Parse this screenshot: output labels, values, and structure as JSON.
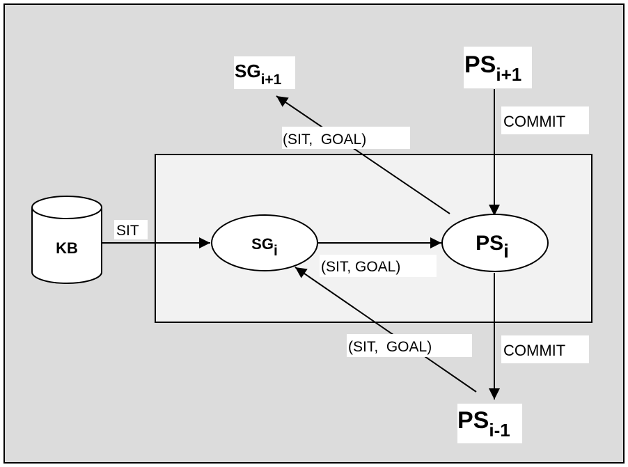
{
  "colors": {
    "outer_background": "#dcdcdc",
    "inner_box": "#f2f2f2",
    "label_background": "#ffffff",
    "stroke": "#000000"
  },
  "nodes": {
    "kb": "KB",
    "sg_i": {
      "base": "SG",
      "sub": "i"
    },
    "ps_i": {
      "base": "PS",
      "sub": "i"
    },
    "sg_next": {
      "base": "SG",
      "sub": "i+1"
    },
    "ps_next": {
      "base": "PS",
      "sub": "i+1"
    },
    "ps_prev": {
      "base": "PS",
      "sub": "i-1"
    }
  },
  "edges": {
    "kb_to_sg": "SIT",
    "sg_to_ps": "(SIT, GOAL)",
    "ps_to_sg_next": "(SIT,  GOAL)",
    "ps_prev_to_sg": "(SIT,  GOAL)",
    "ps_next_to_ps": "COMMIT",
    "ps_to_ps_prev": "COMMIT"
  }
}
